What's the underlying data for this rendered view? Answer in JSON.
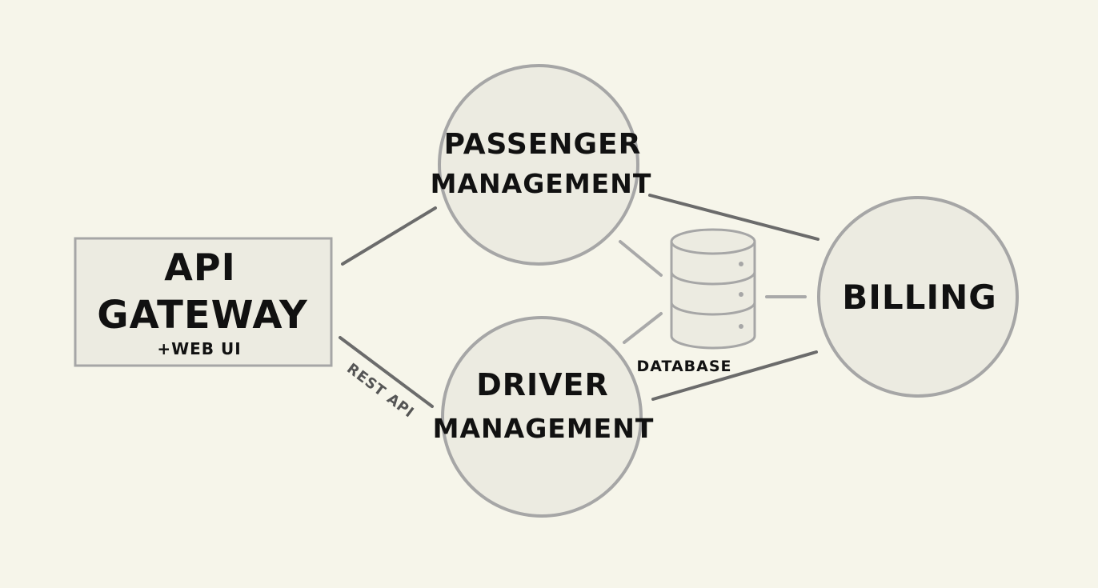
{
  "diagram": {
    "nodes": {
      "api_gateway": {
        "line1": "API",
        "line2": "GATEWAY",
        "sub": "+WEB UI"
      },
      "passenger": {
        "line1": "PASSENGER",
        "line2": "MANAGEMENT"
      },
      "driver": {
        "line1": "DRIVER",
        "line2": "MANAGEMENT"
      },
      "billing": {
        "line1": "BILLING"
      },
      "database": {
        "label": "DATABASE"
      }
    },
    "edges": {
      "rest_api_label": "REST API"
    },
    "colors": {
      "background": "#f6f5ea",
      "node_fill": "#ecebe1",
      "node_stroke": "#a6a6a6",
      "edge": "#6b6b6b",
      "text": "#111111"
    }
  }
}
